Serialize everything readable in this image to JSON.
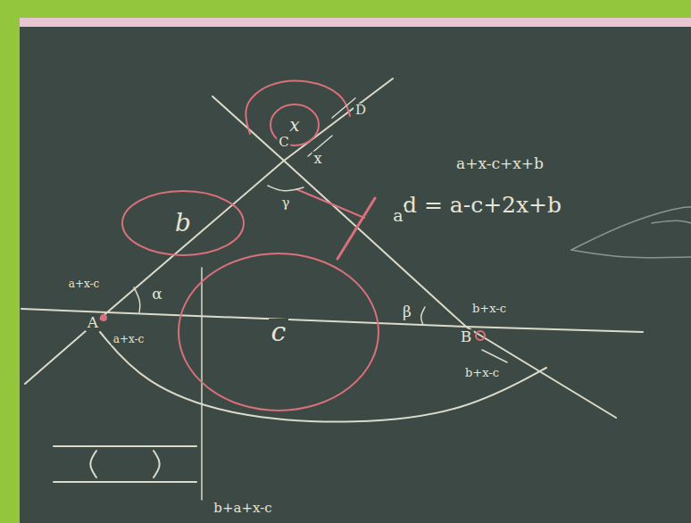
{
  "diagram": {
    "nodes": [
      {
        "text": [
          "x"
        ]
      },
      {
        "text": [
          "b"
        ]
      },
      {
        "text": [
          "c"
        ]
      }
    ],
    "labels": [
      "x",
      "C",
      "D",
      "γ",
      "a+x-c+x+b",
      "d = a-c+2x+b",
      "a",
      "α",
      "β",
      "a+x-c",
      "A",
      "a+x-c",
      "b+x-c",
      "B",
      "b+x-c",
      "b+a+x-c"
    ]
  }
}
